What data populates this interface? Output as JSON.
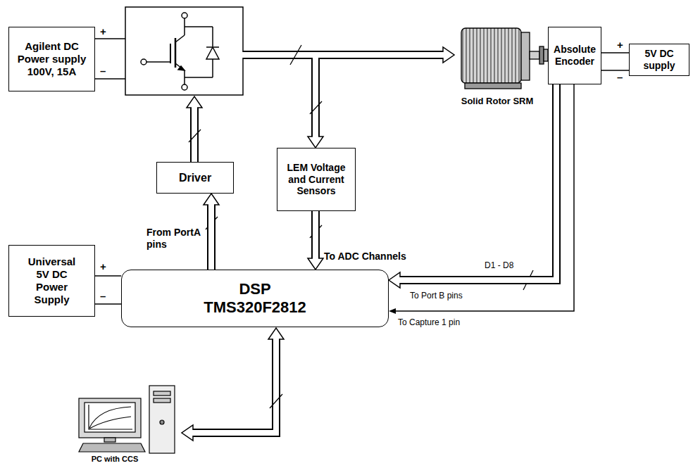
{
  "diagram": {
    "nodes": [
      {
        "text": [
          "Agilent DC Power supply 100V, 15A"
        ]
      },
      {
        "text": [
          "Driver"
        ]
      },
      {
        "text": [
          "LEM Voltage and Current Sensors"
        ]
      },
      {
        "text": [
          "Absolute Encoder"
        ]
      },
      {
        "text": [
          "5V DC supply"
        ]
      },
      {
        "text": [
          "Universal 5V DC Power Supply"
        ]
      },
      {
        "text": [
          "DSP TMS320F2812"
        ]
      }
    ],
    "edges": [
      {
        "from": 5,
        "to": 6,
        "arrow": "none"
      },
      {
        "from": 5,
        "to": 6,
        "arrow": "none"
      },
      {
        "from": 6,
        "to": 1,
        "arrow": "to"
      },
      {
        "from": 2,
        "to": 6,
        "arrow": "to"
      },
      {
        "from": 3,
        "to": 6,
        "arrow": "to"
      },
      {
        "from": 3,
        "to": 6,
        "arrow": "to"
      },
      {
        "from": 4,
        "to": 3,
        "arrow": "none"
      },
      {
        "from": 4,
        "to": 3,
        "arrow": "none"
      }
    ],
    "labels": [
      "+",
      "–",
      "Solid Rotor SRM",
      "From PortA pins",
      "To ADC Channels",
      "D1 - D8",
      "To Port B pins",
      "To Capture 1 pin",
      "+",
      "–",
      "+",
      "–",
      "PC with CCS"
    ]
  }
}
